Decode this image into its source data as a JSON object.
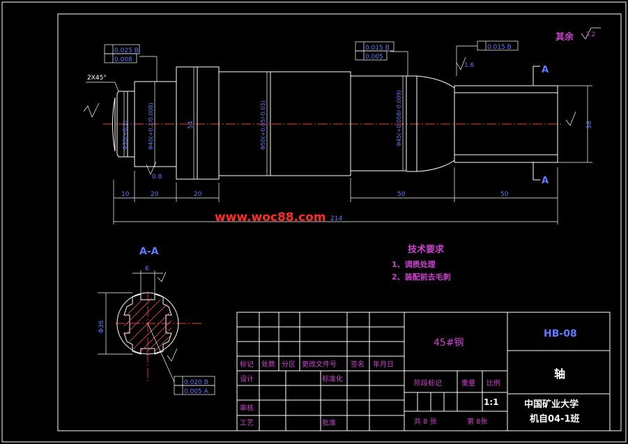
{
  "watermark": "www.woc88.com",
  "roughness_other": "其余",
  "roughness_other_value": "3.2",
  "chamfer": "2X45°",
  "section_mark": "A",
  "section_view_label": "A-A",
  "tolerance_frames": {
    "left_runout": "0.025 B",
    "left_cyl": "0.008",
    "mid_runout": "0.015 B",
    "mid_cyl": "0.005",
    "right_runout": "0.015 B",
    "section_parallel": "0.020 B",
    "section_sym": "0.005 A"
  },
  "dimensions": {
    "d1": "10",
    "d2": "20",
    "d3": "20",
    "d4": "50",
    "d5": "50",
    "total": "214",
    "dia54": "54",
    "dia50": "Φ50(+0.05/-0.03)",
    "dia45": "Φ45(+0.008/-0.009)",
    "dia40": "Φ40(+0.2/0.008)",
    "dia35": "Φ35(+0.1)",
    "dia36": "36",
    "dia36_sec": "Φ36",
    "key6": "6",
    "rough_1": "0.8",
    "rough_2": "1.6"
  },
  "tech_requirements": {
    "title": "技术要求",
    "items": [
      "1、调质处理",
      "2、装配前去毛刺"
    ]
  },
  "title_block": {
    "header_cols": [
      "标记",
      "处数",
      "分区",
      "更改文件号",
      "签名",
      "年月日"
    ],
    "row_design": "设计",
    "row_design_2": "标准化",
    "row_review": "审核",
    "row_process": "工艺",
    "row_approve": "批准",
    "material": "45#钢",
    "stage_label": "阶段标记",
    "weight_label": "重量",
    "scale_label": "比例",
    "scale_value": "1:1",
    "drawing_no": "HB-08",
    "part_name": "轴",
    "school": "中国矿业大学",
    "class_name": "机自04-1班",
    "sheets_total": "共 8 张",
    "sheet_no": "第 8张"
  }
}
